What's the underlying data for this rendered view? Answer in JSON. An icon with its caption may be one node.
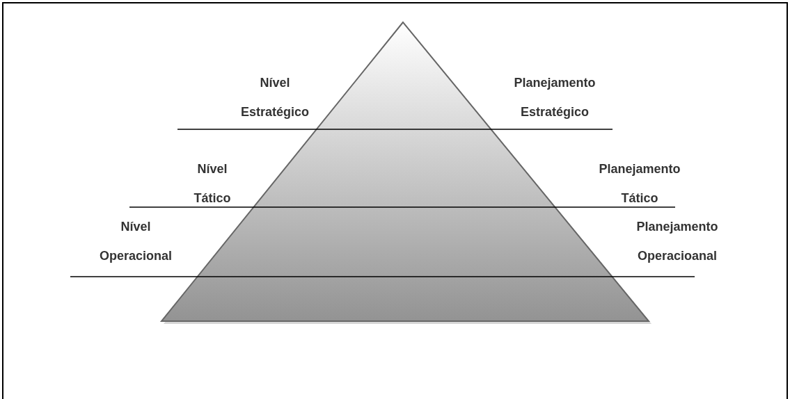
{
  "diagram": {
    "labels": [
      "Nível Estratégico",
      "Planejamento Estratégico",
      "Nível Tático",
      "Planejamento Tático",
      "Nível Operacional",
      "Planejamento Operacioanal"
    ]
  }
}
